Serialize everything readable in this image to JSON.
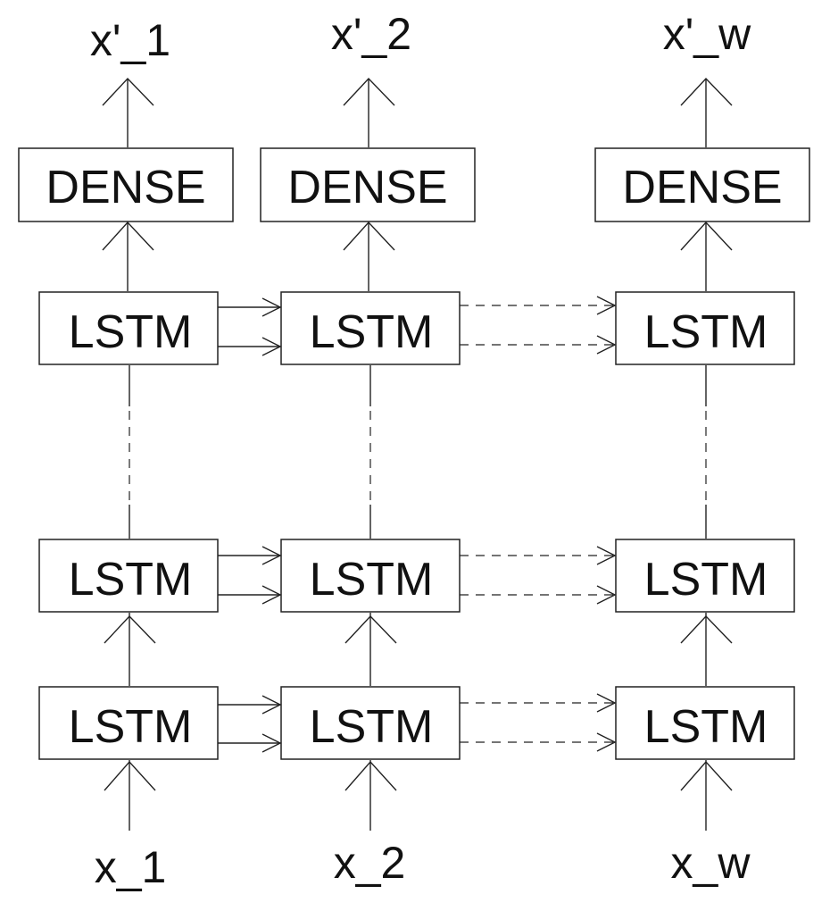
{
  "inputs": [
    "x_1",
    "x_2",
    "x_w"
  ],
  "outputs": [
    "x'_1",
    "x'_2",
    "x'_w"
  ],
  "dense_label": "DENSE",
  "lstm_label": "LSTM"
}
